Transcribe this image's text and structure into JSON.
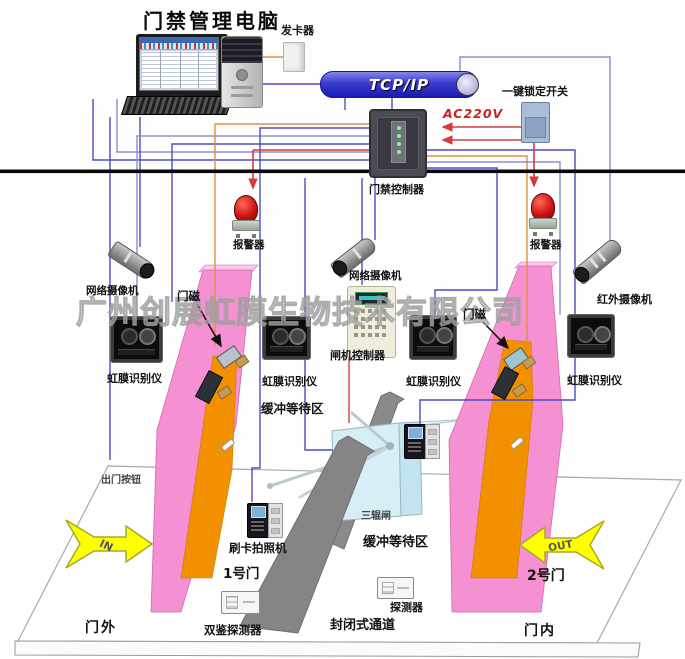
{
  "page": {
    "title": "门禁管理电脑",
    "watermark": "广州创展虹膜生物技术有限公司"
  },
  "network": {
    "tcpip": "TCP/IP",
    "power": "AC220V"
  },
  "labels": {
    "card_issuer": "发卡器",
    "lock_switch": "一键锁定开关",
    "access_controller": "门禁控制器",
    "alarm_left": "报警器",
    "alarm_right": "报警器",
    "net_camera_left": "网络摄像机",
    "net_camera_center": "网络摄像机",
    "ir_camera": "红外摄像机",
    "door_magnet_left": "门磁",
    "door_magnet_right": "门磁",
    "gate_controller": "闸机控制器",
    "iris_1": "虹膜识别仪",
    "iris_2": "虹膜识别仪",
    "iris_3": "虹膜识别仪",
    "iris_4": "虹膜识别仪",
    "buffer_zone_upper": "缓冲等待区",
    "buffer_zone_lower": "缓冲等待区",
    "exit_button": "出门按钮",
    "card_photo": "刷卡拍照机",
    "turnstile": "三辊闸",
    "door_1": "1号门",
    "door_2": "2号门",
    "dual_detector": "双鉴探测器",
    "closed_channel": "封闭式通道",
    "detector": "探测器",
    "outside": "门外",
    "inside": "门内",
    "arrow_in": "IN",
    "arrow_out": "OUT"
  },
  "colors": {
    "wall_pink": "#f590d2",
    "door_orange": "#f39000",
    "pipe_blue": "#3a3ace",
    "arrow_yellow": "#ffff00",
    "alarm_red": "#d01212",
    "wire_blue": "#4d4dc4",
    "wire_purple": "#8d8dd0",
    "wire_red": "#d43c3c",
    "wire_orange": "#e09040"
  }
}
